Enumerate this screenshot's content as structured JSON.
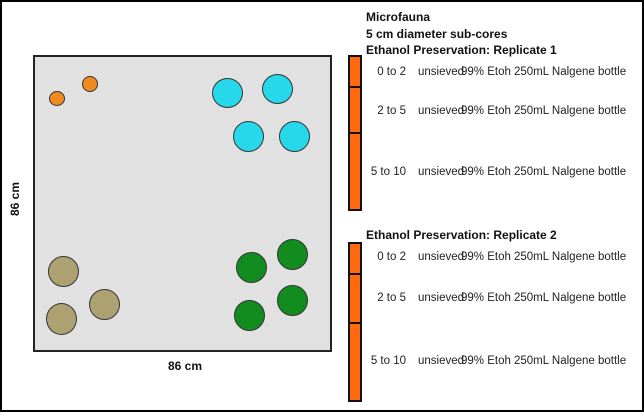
{
  "header": {
    "title": "Microfauna",
    "subtitle": "5 cm diameter sub-cores"
  },
  "plot": {
    "x_label": "86 cm",
    "y_label": "86 cm",
    "background_color": "#e1e1e1"
  },
  "core_groups": [
    {
      "name": "orange-small",
      "color": "#f08a1e",
      "count": 2
    },
    {
      "name": "cyan",
      "color": "#27d8ea",
      "count": 4
    },
    {
      "name": "tan",
      "color": "#ada071",
      "count": 3
    },
    {
      "name": "green",
      "color": "#128c1e",
      "count": 4
    }
  ],
  "tube_color": "#ff6a0f",
  "replicates": [
    {
      "title": "Ethanol Preservation: Replicate 1",
      "rows": [
        {
          "depth": "0 to 2",
          "sieve": "unsieved",
          "preservative": "99% Etoh",
          "container": "250mL Nalgene bottle"
        },
        {
          "depth": "2 to 5",
          "sieve": "unsieved",
          "preservative": "99% Etoh",
          "container": "250mL Nalgene bottle"
        },
        {
          "depth": "5 to 10",
          "sieve": "unsieved",
          "preservative": "99% Etoh",
          "container": "250mL Nalgene bottle"
        }
      ]
    },
    {
      "title": "Ethanol Preservation: Replicate 2",
      "rows": [
        {
          "depth": "0 to 2",
          "sieve": "unsieved",
          "preservative": "99% Etoh",
          "container": "250mL Nalgene bottle"
        },
        {
          "depth": "2 to 5",
          "sieve": "unsieved",
          "preservative": "99% Etoh",
          "container": "250mL Nalgene bottle"
        },
        {
          "depth": "5 to 10",
          "sieve": "unsieved",
          "preservative": "99% Etoh",
          "container": "250mL Nalgene bottle"
        }
      ]
    }
  ]
}
